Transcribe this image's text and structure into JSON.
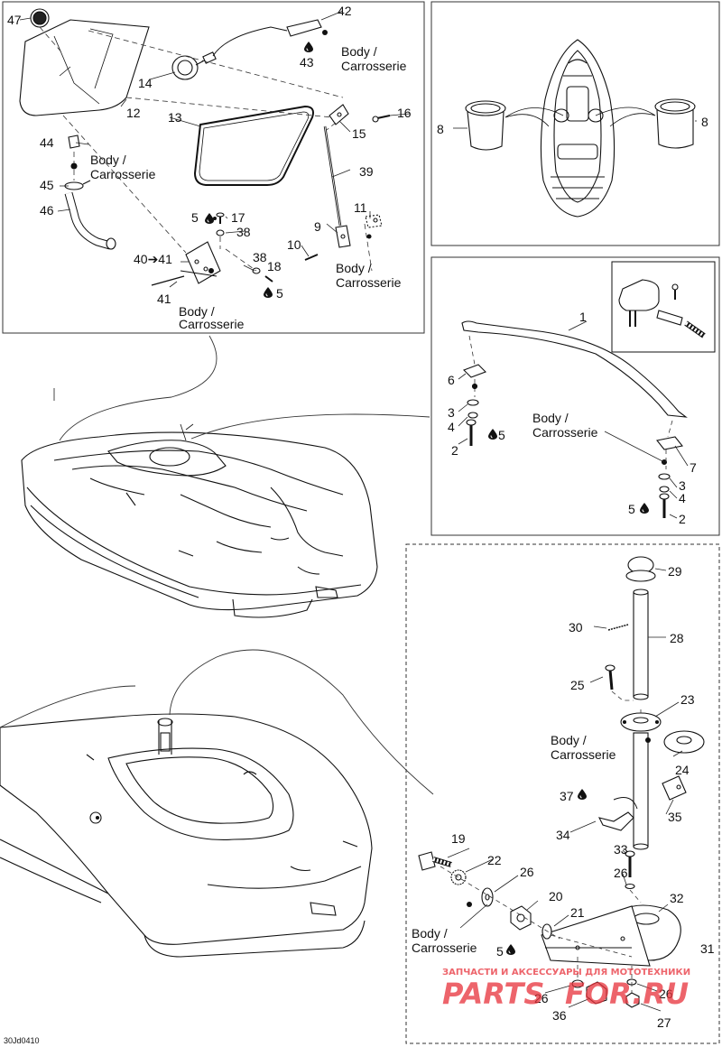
{
  "diagram": {
    "code": "30Jd0410",
    "body_label_line1": "Body /",
    "body_label_line2": "Carrosserie",
    "part_numbers": [
      "1",
      "2",
      "3",
      "4",
      "5",
      "6",
      "7",
      "8",
      "9",
      "10",
      "11",
      "12",
      "13",
      "14",
      "15",
      "16",
      "17",
      "18",
      "19",
      "20",
      "21",
      "22",
      "23",
      "24",
      "25",
      "26",
      "27",
      "28",
      "29",
      "30",
      "31",
      "32",
      "33",
      "34",
      "35",
      "36",
      "37",
      "38",
      "39",
      "40",
      "41",
      "42",
      "43",
      "44",
      "45",
      "46",
      "47"
    ],
    "callout_40_41": "40➔41"
  },
  "watermark": {
    "tagline": "ЗАПЧАСТИ И АКСЕССУАРЫ ДЛЯ МОТОТЕХНИКИ",
    "brand_left": "PARTS",
    "brand_right": "FOR.RU",
    "color": "#e8313a"
  },
  "icons": {
    "drop": "liquid-drop-icon"
  }
}
